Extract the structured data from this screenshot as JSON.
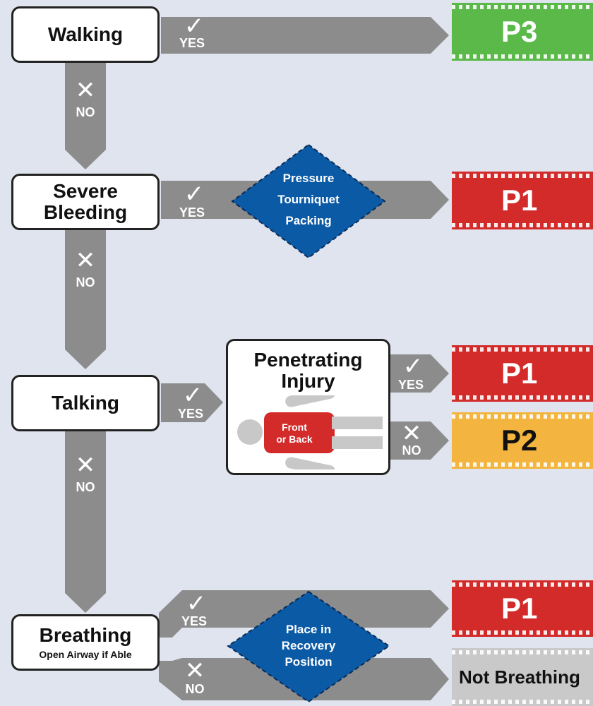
{
  "colors": {
    "background": "#dfe4ee",
    "arrow": "#8c8c8c",
    "diamond": "#0b5aa6",
    "p1": "#d32a2a",
    "p2": "#f3b53f",
    "p3": "#5bb94a",
    "not_breathing": "#c9c9c9"
  },
  "steps": {
    "walking": "Walking",
    "severe_bleeding": [
      "Severe",
      "Bleeding"
    ],
    "talking": "Talking",
    "breathing": "Breathing",
    "breathing_sub": "Open Airway if Able",
    "penetrating": [
      "Penetrating",
      "Injury"
    ]
  },
  "answers": {
    "yes": "YES",
    "no": "NO"
  },
  "icons": {
    "yes": "checkmark-icon",
    "no": "cross-icon"
  },
  "actions": {
    "bleeding": [
      "Pressure",
      "Tourniquet",
      "Packing"
    ],
    "breathing": [
      "Place in",
      "Recovery",
      "Position"
    ]
  },
  "figure_label": [
    "Front",
    "or Back"
  ],
  "outcomes": {
    "p3": "P3",
    "p1": "P1",
    "p2": "P2",
    "not_breathing": "Not Breathing"
  }
}
